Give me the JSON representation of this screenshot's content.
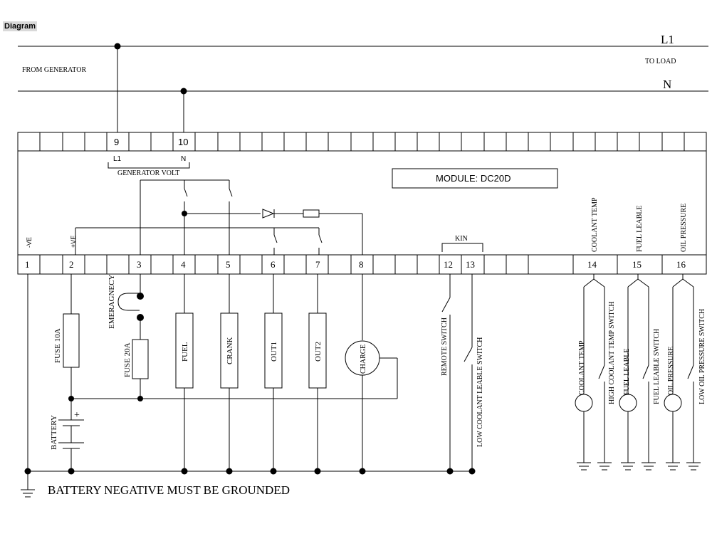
{
  "header_label": "Diagram",
  "lines": {
    "l1": "L1",
    "n": "N",
    "to_load": "TO LOAD",
    "from_generator": "FROM GENERATOR"
  },
  "top_terminals": {
    "t9": "9",
    "t10": "10",
    "l1": "L1",
    "n": "N",
    "generator_volt": "GENERATOR VOLT"
  },
  "module_label": "MODULE: DC20D",
  "kin_label": "KIN",
  "side_labels": {
    "neg": "-VE",
    "pos": "+VE"
  },
  "bottom_terminals": [
    "1",
    "2",
    "3",
    "4",
    "5",
    "6",
    "7",
    "8",
    "12",
    "13",
    "14",
    "15",
    "16"
  ],
  "sensor_headers": [
    "COOLANT TEMP",
    "FUEL LEABLE",
    "OIL PRESSURE"
  ],
  "components": {
    "fuse_10a": "FUSE 10A",
    "fuse_20a": "FUSE 20A",
    "emergency": "EMERAGNECY",
    "battery": "BATTERY",
    "battery_plus": "+",
    "fuel": "FUEL",
    "crank": "CRANK",
    "out1": "OUT1",
    "out2": "OUT2",
    "charge": "CHARGE",
    "remote_switch": "REMOTE SWITCH",
    "low_coolant_switch": "LOW COOLANT LEABLE SWITCH"
  },
  "sensors": {
    "coolant_temp": "COOLANT TEMP",
    "high_coolant_switch": "HIGH COOLANT TEMP SWITCH",
    "fuel_leable": "FUEL LEABLE",
    "fuel_leable_switch": "FUEL LEABLE SWITCH",
    "oil_pressure": "OIL PRESSURE",
    "low_oil_switch": "LOW OIL PRESSURE SWITCH"
  },
  "footer": "BATTERY NEGATIVE MUST BE GROUNDED"
}
